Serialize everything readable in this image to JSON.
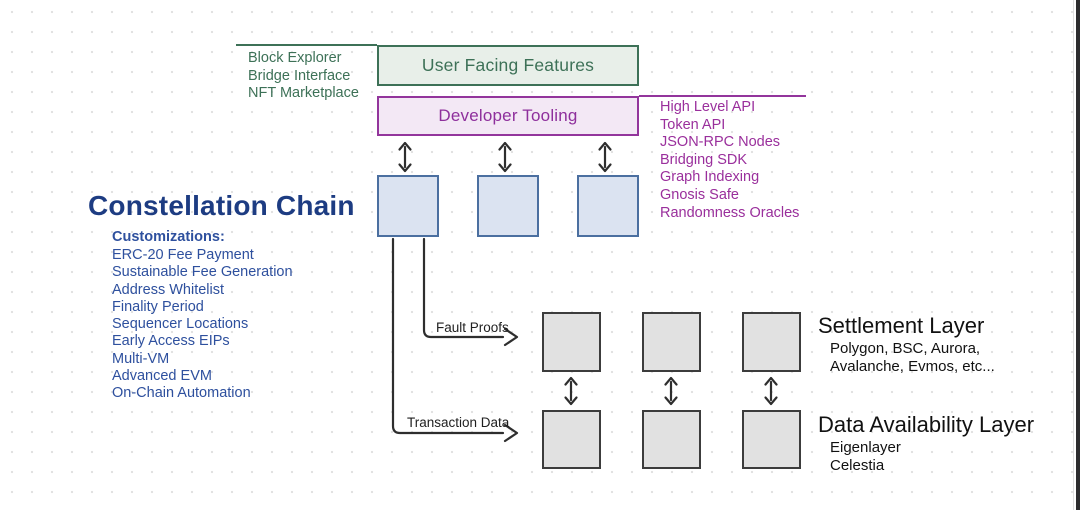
{
  "diagram": {
    "chain": {
      "title": "Constellation Chain",
      "customizations_heading": "Customizations:",
      "customizations": [
        "ERC-20 Fee Payment",
        "Sustainable Fee Generation",
        "Address Whitelist",
        "Finality Period",
        "Sequencer Locations",
        "Early Access EIPs",
        "Multi-VM",
        "Advanced EVM",
        "On-Chain Automation"
      ]
    },
    "user_facing_features": {
      "title": "User Facing Features",
      "items": [
        "Block Explorer",
        "Bridge Interface",
        "NFT Marketplace"
      ]
    },
    "developer_tooling": {
      "title": "Developer Tooling",
      "items": [
        "High Level API",
        "Token API",
        "JSON-RPC Nodes",
        "Bridging SDK",
        "Graph Indexing",
        "Gnosis Safe",
        "Randomness Oracles"
      ]
    },
    "flow_labels": {
      "fault_proofs": "Fault Proofs",
      "transaction_data": "Transaction Data"
    },
    "settlement_layer": {
      "title": "Settlement Layer",
      "lines": [
        "Polygon, BSC, Aurora,",
        "Avalanche, Evmos, etc..."
      ]
    },
    "data_availability_layer": {
      "title": "Data Availability Layer",
      "lines": [
        "Eigenlayer",
        "Celestia"
      ]
    },
    "colors": {
      "green": "#3d7157",
      "green_fill": "#e8efe9",
      "purple": "#93359c",
      "purple_fill": "#f3e8f5",
      "blue_title": "#1d3c82",
      "blue_text": "#2e509e",
      "blue_box_fill": "#dbe3f1",
      "blue_box_border": "#4b6fa0",
      "gray_box_fill": "#e1e1e1",
      "gray_box_border": "#3c3c3c",
      "connector": "#2e2e2e"
    }
  }
}
